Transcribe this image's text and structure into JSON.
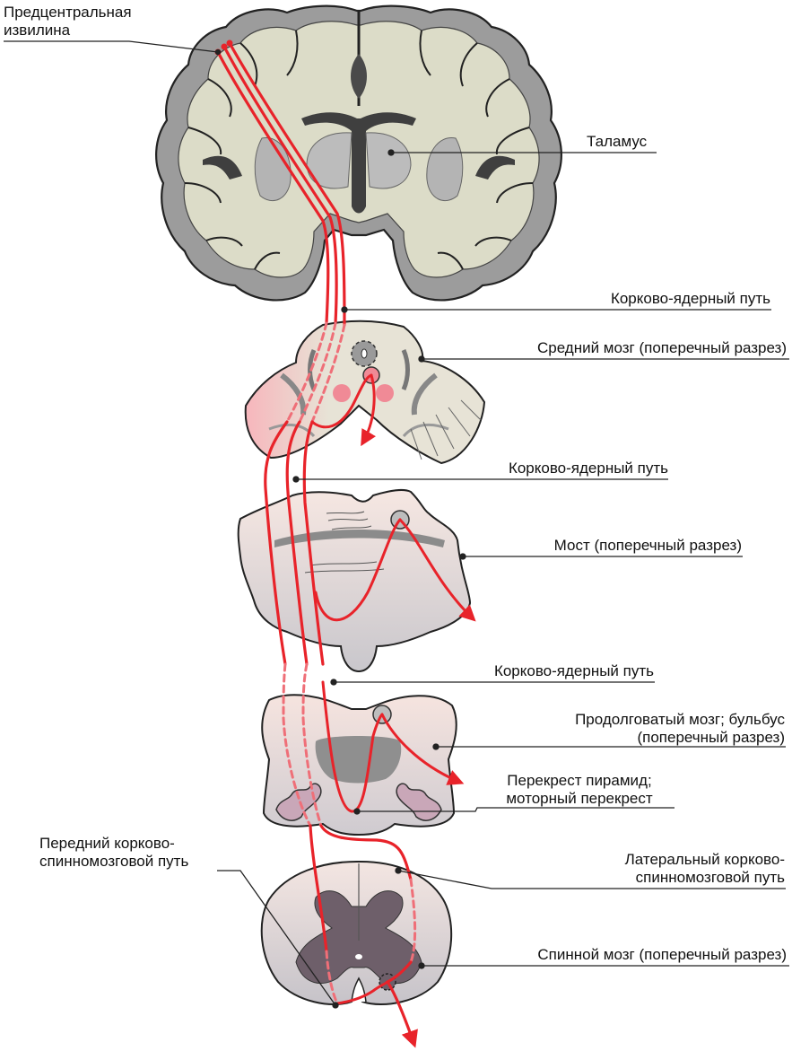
{
  "labels": {
    "precentral_gyrus": [
      "Предцентральная",
      "извилина"
    ],
    "thalamus": "Таламус",
    "corticonuclear_1": "Корково-ядерный путь",
    "midbrain": "Средний мозг (поперечный разрез)",
    "corticonuclear_2": "Корково-ядерный путь",
    "pons": "Мост (поперечный разрез)",
    "corticonuclear_3": "Корково-ядерный путь",
    "medulla": [
      "Продолговатый мозг; бульбус",
      "(поперечный разрез)"
    ],
    "pyramidal_decussation": [
      "Перекрест пирамид;",
      "моторный перекрест"
    ],
    "anterior_tract": [
      "Передний корково-",
      "спинномозговой путь"
    ],
    "lateral_tract": [
      "Латеральный корково-",
      "спинномозговой путь"
    ],
    "spinal_cord": "Спинной мозг (поперечный разрез)"
  },
  "colors": {
    "pathway": "#e8232a",
    "pathway_dashed": "#ef6f78",
    "nucleus": "#f08a96",
    "cortex_grey": "#9a9a9a",
    "white_matter": "#dcdcc8",
    "ventricle": "#3f3f3f",
    "section_fill": "#f1dfda",
    "leader_line": "#222222"
  }
}
